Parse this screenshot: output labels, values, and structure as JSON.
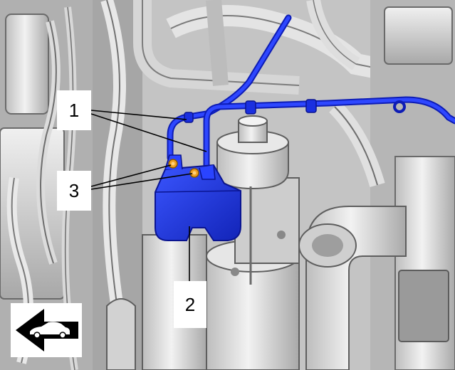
{
  "figure": {
    "callouts": {
      "one": "1",
      "two": "2",
      "three": "3"
    },
    "colors": {
      "highlight": "#1a2fe0",
      "fastener": "#f0a020",
      "engine_dark": "#8c8c8c",
      "engine_light": "#e4e4e4"
    },
    "direction_indicator": "arrow-left-with-car-icon"
  }
}
